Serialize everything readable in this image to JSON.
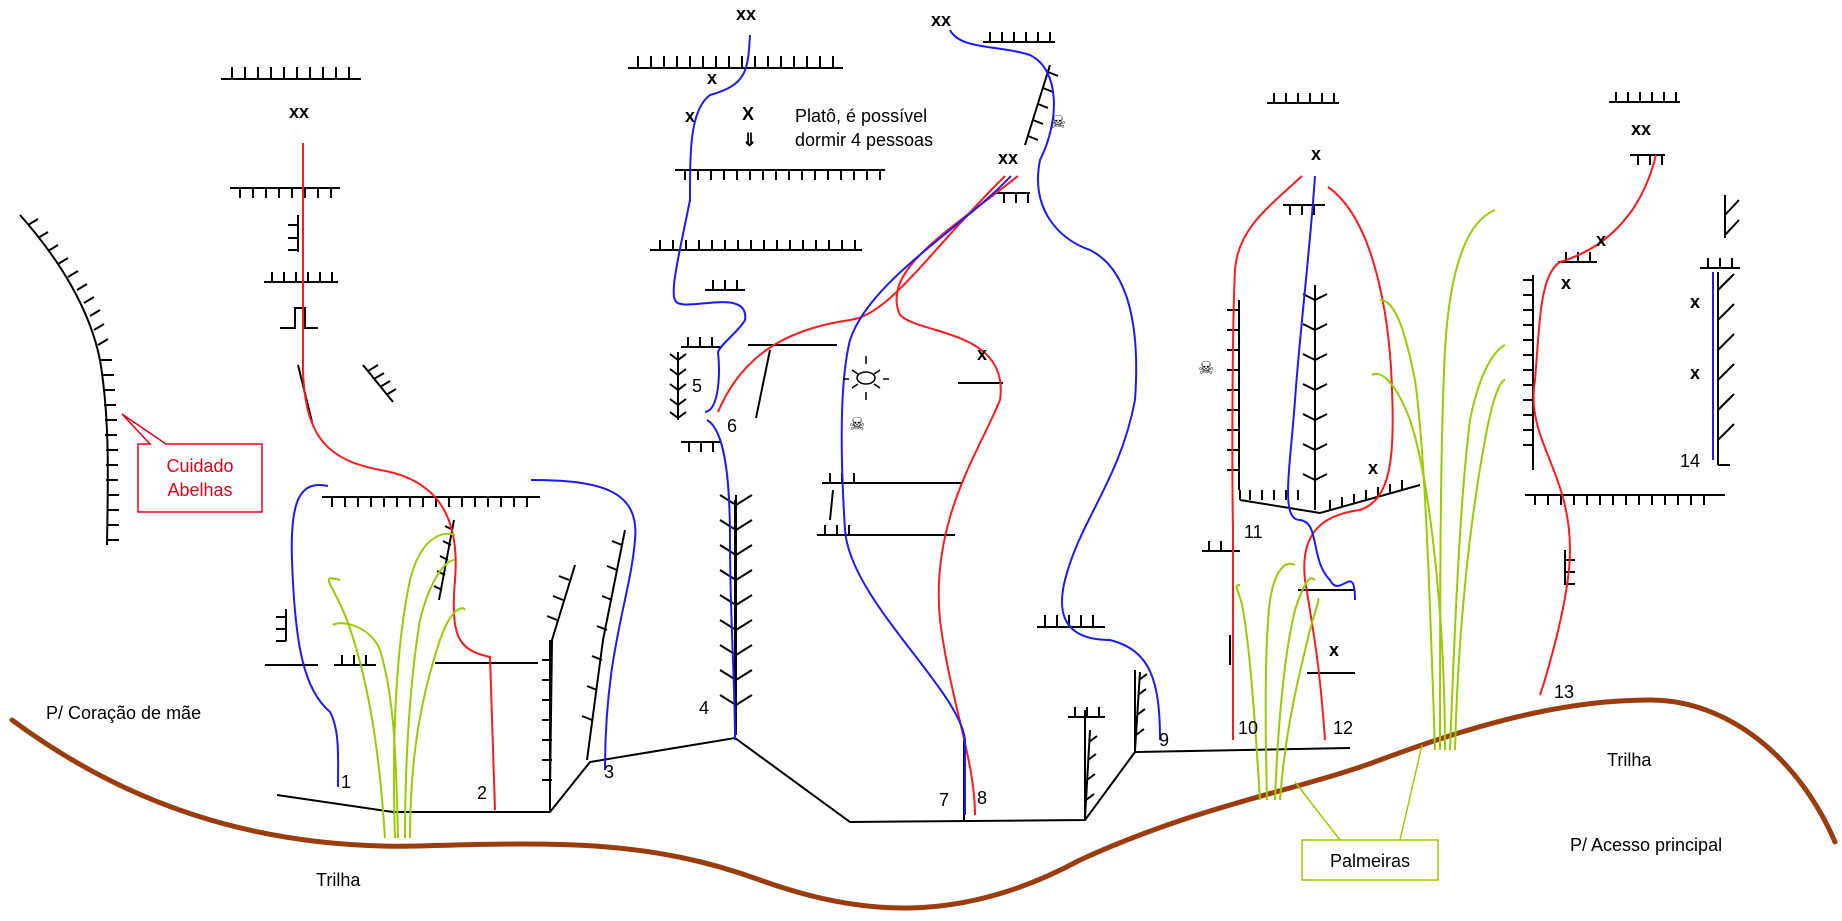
{
  "labels": {
    "plato_line1": "Platô, é possível",
    "plato_line2": "dormir 4 pessoas",
    "coracao": "P/ Coração de mãe",
    "acesso": "P/ Acesso principal",
    "trilha_left": "Trilha",
    "trilha_right": "Trilha",
    "cuidado_line1": "Cuidado",
    "cuidado_line2": "Abelhas",
    "palmeiras": "Palmeiras"
  },
  "markers": {
    "xx": "xx",
    "x": "x",
    "x_upper": "X",
    "arrow_down": "⇓",
    "skull": "☠"
  },
  "routes": [
    "1",
    "2",
    "3",
    "4",
    "5",
    "6",
    "7",
    "8",
    "9",
    "10",
    "11",
    "12",
    "13",
    "14"
  ],
  "colors": {
    "route_red": "#ff1a1a",
    "route_blue": "#1a1aff",
    "palm_green": "#99cc00",
    "trail_brown": "#9a3c0d",
    "warning_red": "#e8001c"
  }
}
